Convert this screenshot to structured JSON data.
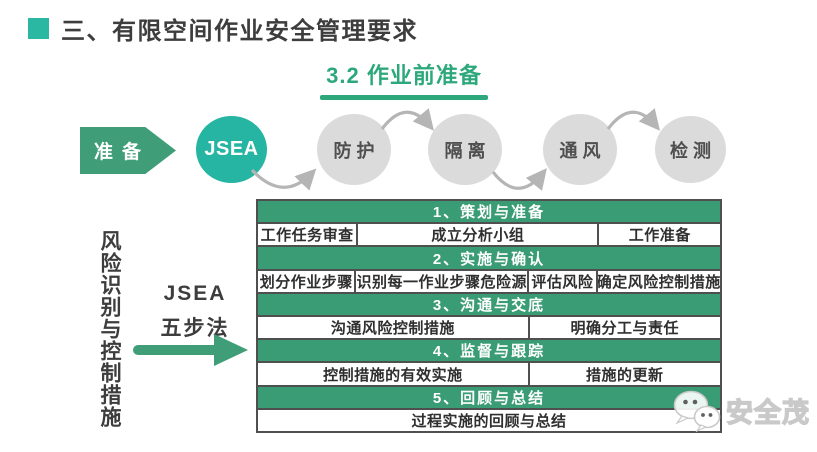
{
  "slide": {
    "title": "三、有限空间作业安全管理要求",
    "subtitle": "3.2  作业前准备"
  },
  "flow": {
    "start": "准备",
    "jsea": "JSEA",
    "steps": [
      "防护",
      "隔离",
      "通风",
      "检测"
    ]
  },
  "left_panel": {
    "vertical_label": "风险识别与控制措施",
    "method_name": "JSEA",
    "method_sub": "五步法"
  },
  "table": {
    "sections": [
      {
        "header": "1、策划与准备",
        "cells": [
          "工作任务审查",
          "成立分析小组",
          "工作准备"
        ]
      },
      {
        "header": "2、实施与确认",
        "cells": [
          "划分作业步骤",
          "识别每一作业步骤危险源",
          "评估风险",
          "确定风险控制措施"
        ]
      },
      {
        "header": "3、沟通与交底",
        "cells": [
          "沟通风险控制措施",
          "明确分工与责任"
        ]
      },
      {
        "header": "4、监督与跟踪",
        "cells": [
          "控制措施的有效实施",
          "措施的更新"
        ]
      },
      {
        "header": "5、回顾与总结",
        "cells": [
          "过程实施的回顾与总结"
        ]
      }
    ]
  },
  "watermark": {
    "brand": "安全茂"
  },
  "colors": {
    "teal": "#25b5a2",
    "green": "#3f9e78",
    "table_header_green": "#3a9c74",
    "subtitle_green": "#2da87c",
    "title_text": "#3d3d3d",
    "gray_circle": "#dbdbdb",
    "arrow_gray": "#b5b5b5",
    "table_border": "#4f4f4f"
  }
}
